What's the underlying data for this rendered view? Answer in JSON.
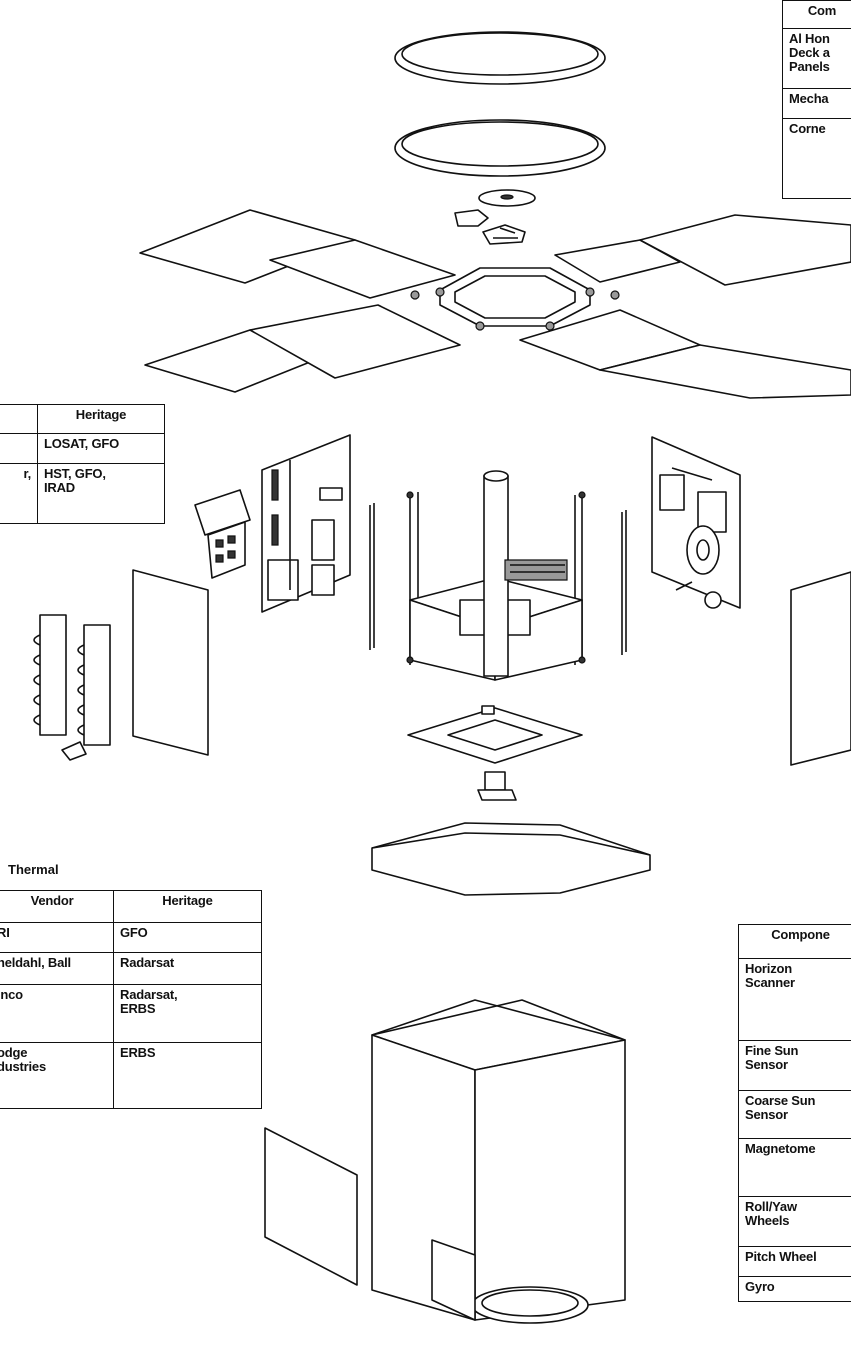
{
  "tables": {
    "top_right": {
      "headers": [
        "Com"
      ],
      "rows": [
        [
          "Al Hon\nDeck a\nPanels"
        ],
        [
          "Mecha"
        ],
        [
          "Corne"
        ]
      ]
    },
    "middle_left": {
      "headers": [
        "",
        "Heritage"
      ],
      "rows": [
        [
          "",
          "LOSAT, GFO"
        ],
        [
          "r,",
          "HST, GFO,\nIRAD"
        ]
      ]
    },
    "thermal": {
      "title": "Thermal",
      "headers": [
        "Vendor",
        "Heritage"
      ],
      "rows": [
        [
          "RI",
          "GFO"
        ],
        [
          "heldahl, Ball",
          "Radarsat"
        ],
        [
          "inco",
          "Radarsat,\nERBS"
        ],
        [
          "odge\ndustries",
          "ERBS"
        ]
      ]
    },
    "bottom_right": {
      "headers": [
        "Compone"
      ],
      "rows": [
        [
          "Horizon\nScanner"
        ],
        [
          "Fine Sun\nSensor"
        ],
        [
          "Coarse Sun\nSensor"
        ],
        [
          "Magnetome"
        ],
        [
          "Roll/Yaw\nWheels"
        ],
        [
          "Pitch Wheel"
        ],
        [
          "Gyro"
        ]
      ]
    }
  }
}
